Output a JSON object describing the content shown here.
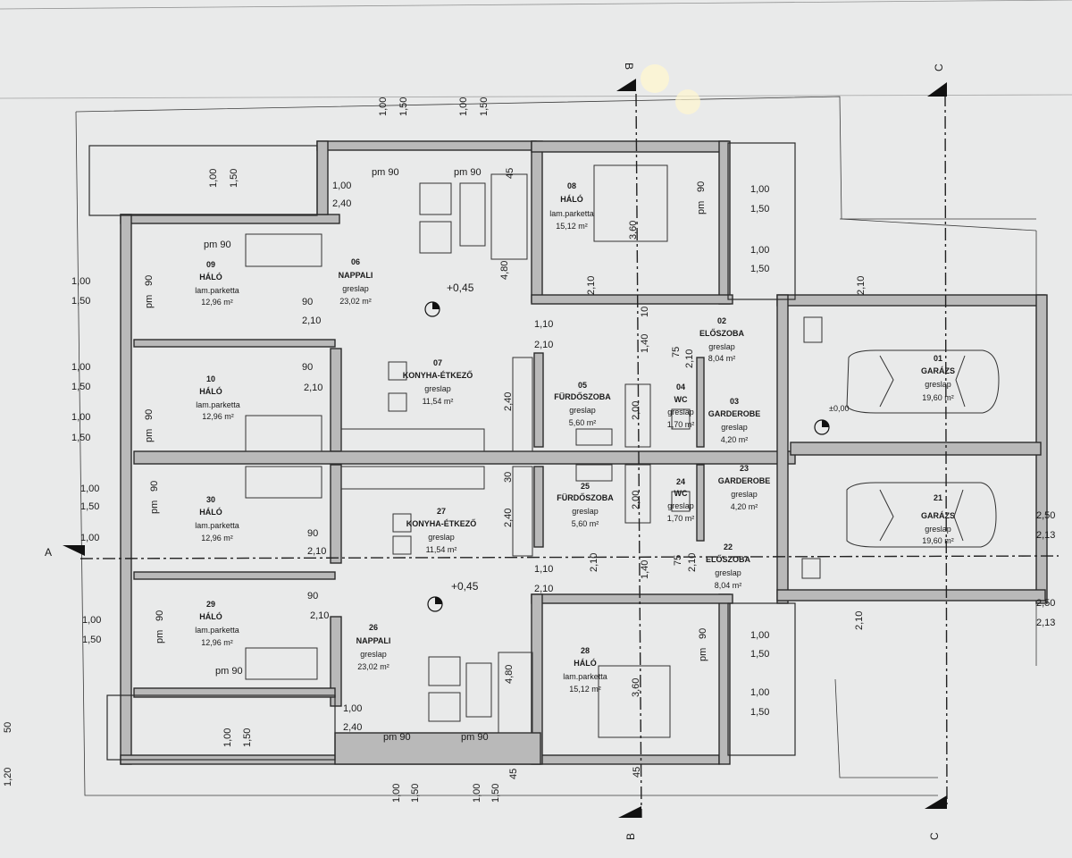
{
  "rooms": [
    {
      "id": "06",
      "num": "06",
      "name": "NAPPALI",
      "floor": "greslap",
      "area": "23,02 m²"
    },
    {
      "id": "08",
      "num": "08",
      "name": "HÁLÓ",
      "floor": "lam.parketta",
      "area": "15,12 m²"
    },
    {
      "id": "09",
      "num": "09",
      "name": "HÁLÓ",
      "floor": "lam.parketta",
      "area": "12,96 m²"
    },
    {
      "id": "10",
      "num": "10",
      "name": "HÁLÓ",
      "floor": "lam.parketta",
      "area": "12,96 m²"
    },
    {
      "id": "07",
      "num": "07",
      "name": "KONYHA-ÉTKEZŐ",
      "floor": "greslap",
      "area": "11,54 m²"
    },
    {
      "id": "05",
      "num": "05",
      "name": "FÜRDŐSZOBA",
      "floor": "greslap",
      "area": "5,60 m²"
    },
    {
      "id": "04",
      "num": "04",
      "name": "WC",
      "floor": "greslap",
      "area": "1,70 m²"
    },
    {
      "id": "02",
      "num": "02",
      "name": "ELŐSZOBA",
      "floor": "greslap",
      "area": "8,04 m²"
    },
    {
      "id": "03",
      "num": "03",
      "name": "GARDEROBE",
      "floor": "greslap",
      "area": "4,20 m²"
    },
    {
      "id": "01",
      "num": "01",
      "name": "GARÁZS",
      "floor": "greslap",
      "area": "19,60 m²"
    },
    {
      "id": "30",
      "num": "30",
      "name": "HÁLÓ",
      "floor": "lam.parketta",
      "area": "12,96 m²"
    },
    {
      "id": "29",
      "num": "29",
      "name": "HÁLÓ",
      "floor": "lam.parketta",
      "area": "12,96 m²"
    },
    {
      "id": "27",
      "num": "27",
      "name": "KONYHA-ÉTKEZŐ",
      "floor": "greslap",
      "area": "11,54 m²"
    },
    {
      "id": "25",
      "num": "25",
      "name": "FÜRDŐSZOBA",
      "floor": "greslap",
      "area": "5,60 m²"
    },
    {
      "id": "24",
      "num": "24",
      "name": "WC",
      "floor": "greslap",
      "area": "1,70 m²"
    },
    {
      "id": "23",
      "num": "23",
      "name": "GARDEROBE",
      "floor": "greslap",
      "area": "4,20 m²"
    },
    {
      "id": "22",
      "num": "22",
      "name": "ELŐSZOBA",
      "floor": "greslap",
      "area": "8,04 m²"
    },
    {
      "id": "21",
      "num": "21",
      "name": "GARÁZS",
      "floor": "greslap",
      "area": "19,60 m²"
    },
    {
      "id": "26",
      "num": "26",
      "name": "NAPPALI",
      "floor": "greslap",
      "area": "23,02 m²"
    },
    {
      "id": "28",
      "num": "28",
      "name": "HÁLÓ",
      "floor": "lam.parketta",
      "area": "15,12 m²"
    }
  ],
  "levels": [
    "+0,45",
    "+0,45",
    "±0,00"
  ],
  "section_marks": [
    "A",
    "B",
    "B",
    "C",
    "C"
  ],
  "window_dims": {
    "w100": "1,00",
    "w150": "1,50",
    "w110": "1,10",
    "w210": "2,10",
    "w240": "2,40",
    "w250": "2,50",
    "w213": "2,13",
    "w200": "2,00",
    "w140": "1,40",
    "w90": "90",
    "w45": "45",
    "w30": "30",
    "w10": "10",
    "w75": "75",
    "w480": "4,80",
    "w360": "3,60",
    "w120": "1,20",
    "w50": "50"
  },
  "door_labels": {
    "pm90": "pm 90",
    "pm": "pm"
  }
}
